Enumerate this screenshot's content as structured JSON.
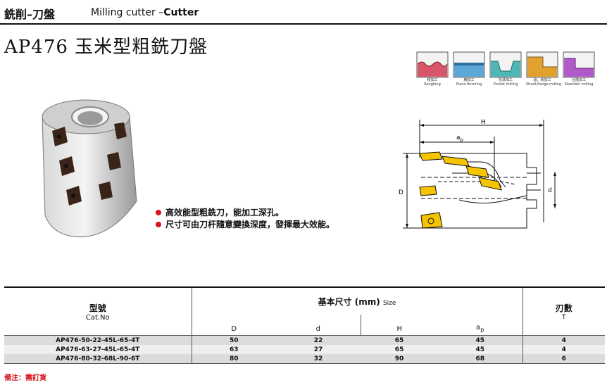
{
  "header": {
    "section_cn": "銑削–刀盤",
    "section_en": "Milling cutter –",
    "section_en_bold": "Cutter"
  },
  "title": "AP476 玉米型粗銑刀盤",
  "operations": [
    {
      "icon": "roughing-icon",
      "cn": "粗加工",
      "en": "Roughing",
      "color": "#d9556a"
    },
    {
      "icon": "plane-finishing-icon",
      "cn": "精加工",
      "en": "Plane finishing",
      "color": "#5aa7d8"
    },
    {
      "icon": "pocket-milling-icon",
      "cn": "挖溝加工",
      "en": "Pocket milling",
      "color": "#4fb7b3"
    },
    {
      "icon": "shoulder-flange-milling-icon",
      "cn": "邊、肩加工",
      "en": "Shoot,flange milling",
      "color": "#e0a12e"
    },
    {
      "icon": "shoulder-milling-icon",
      "cn": "台階加工",
      "en": "Shoulder milling",
      "color": "#b05ac9"
    }
  ],
  "features": [
    "高效能型粗銑刀，能加工深孔。",
    "尺寸可由刀杆隨意變換深度，發揮最大效能。"
  ],
  "drawing": {
    "H": "H",
    "ap": "a",
    "ap_sub": "p",
    "D": "D",
    "d": "d"
  },
  "table": {
    "cat_cn": "型號",
    "cat_en": "Cat.No",
    "dims_cn": "基本尺寸",
    "dims_unit": "(mm)",
    "dims_en": "Size",
    "teeth_cn": "刃數",
    "teeth_sym": "T",
    "cols": {
      "D": "D",
      "d": "d",
      "H": "H",
      "ap": "a",
      "ap_sub": "p"
    },
    "rows": [
      {
        "cat": "AP476-50-22-45L-65-4T",
        "D": "50",
        "d": "22",
        "H": "65",
        "ap": "45",
        "T": "4"
      },
      {
        "cat": "AP476-63-27-45L-65-4T",
        "D": "63",
        "d": "27",
        "H": "65",
        "ap": "45",
        "T": "4"
      },
      {
        "cat": "AP476-80-32-68L-90-6T",
        "D": "80",
        "d": "32",
        "H": "90",
        "ap": "68",
        "T": "6"
      }
    ]
  },
  "note": "備注：需訂貨"
}
